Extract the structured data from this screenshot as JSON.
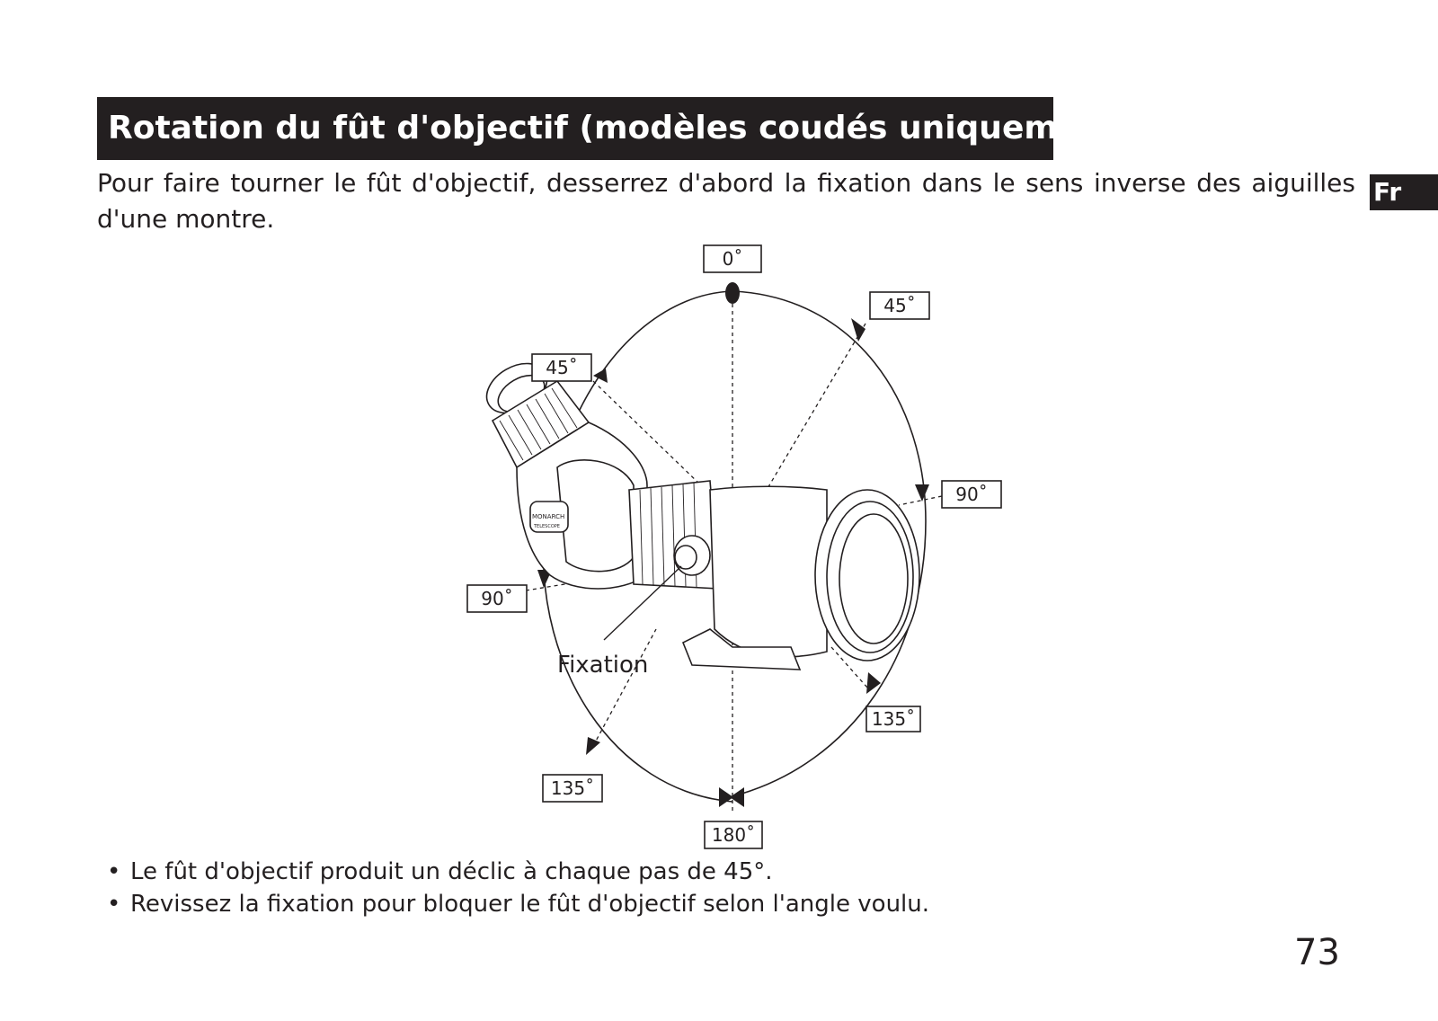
{
  "section": {
    "title": "Rotation du fût d'objectif (modèles coudés uniquement)",
    "language_tab": "Fr",
    "intro": "Pour faire tourner le fût d'objectif, desserrez d'abord la fixation dans le sens inverse des aiguilles d'une montre."
  },
  "diagram": {
    "labels": {
      "top": "0˚",
      "front_upper_right": "45˚",
      "back_upper_left": "45˚",
      "right": "90˚",
      "left": "90˚",
      "front_lower_right": "135˚",
      "back_lower_left": "135˚",
      "bottom": "180˚"
    },
    "fixation_label": "Fixation",
    "brand_text_line1": "MONARCH",
    "brand_text_line2": "TELESCOPE",
    "colors": {
      "ink": "#231f20",
      "paper": "#ffffff"
    }
  },
  "notes": [
    "Le fût d'objectif produit un déclic à chaque pas de 45°.",
    "Revissez la fixation pour bloquer le fût d'objectif selon l'angle voulu."
  ],
  "page_number": "73"
}
